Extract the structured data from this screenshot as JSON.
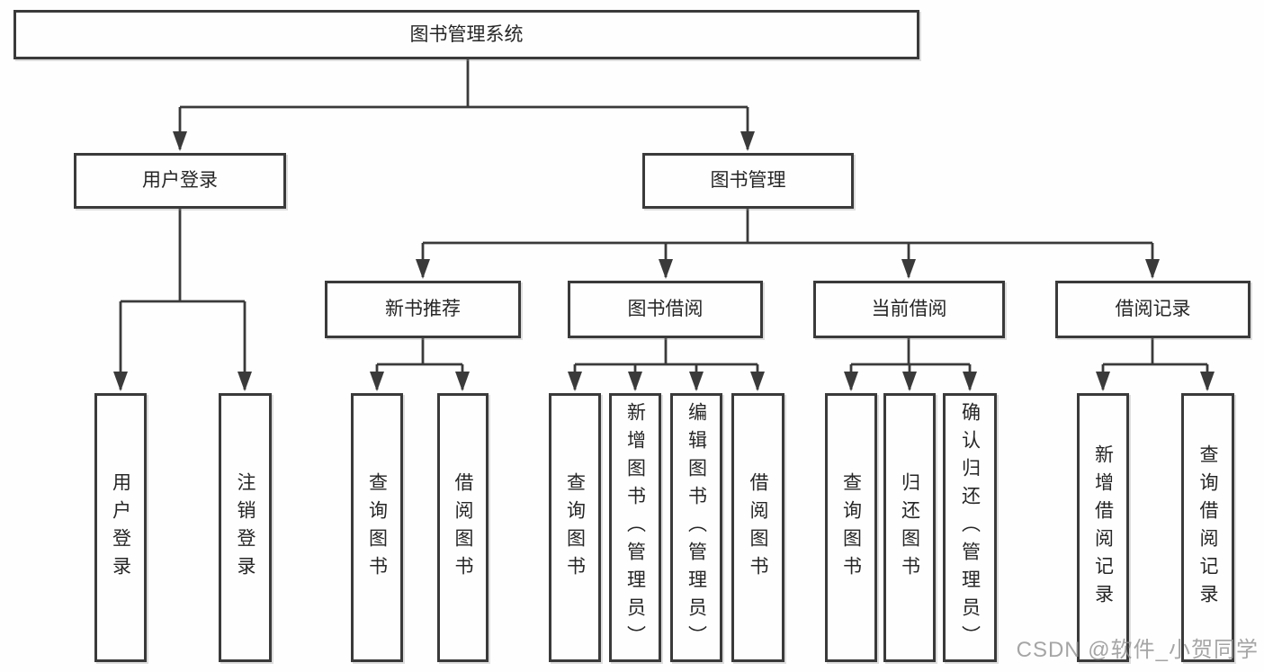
{
  "colors": {
    "line": "#3a3a3a",
    "box_border": "#3a3a3a",
    "box_bg": "#fefefe",
    "text": "#262626",
    "watermark": "#8f8f8f"
  },
  "tree": {
    "root": "图书管理系统",
    "user_branch": {
      "label": "用户登录",
      "children": [
        "用户登录",
        "注销登录"
      ]
    },
    "mgmt_branch": {
      "label": "图书管理",
      "groups": [
        {
          "label": "新书推荐",
          "children": [
            "查询图书",
            "借阅图书"
          ]
        },
        {
          "label": "图书借阅",
          "children": [
            "查询图书",
            "新增图书（管理员）",
            "编辑图书（管理员）",
            "借阅图书"
          ]
        },
        {
          "label": "当前借阅",
          "children": [
            "查询图书",
            "归还图书",
            "确认归还（管理员）"
          ]
        },
        {
          "label": "借阅记录",
          "children": [
            "新增借阅记录",
            "查询借阅记录"
          ]
        }
      ]
    }
  },
  "watermark": "CSDN @软件_小贺同学"
}
